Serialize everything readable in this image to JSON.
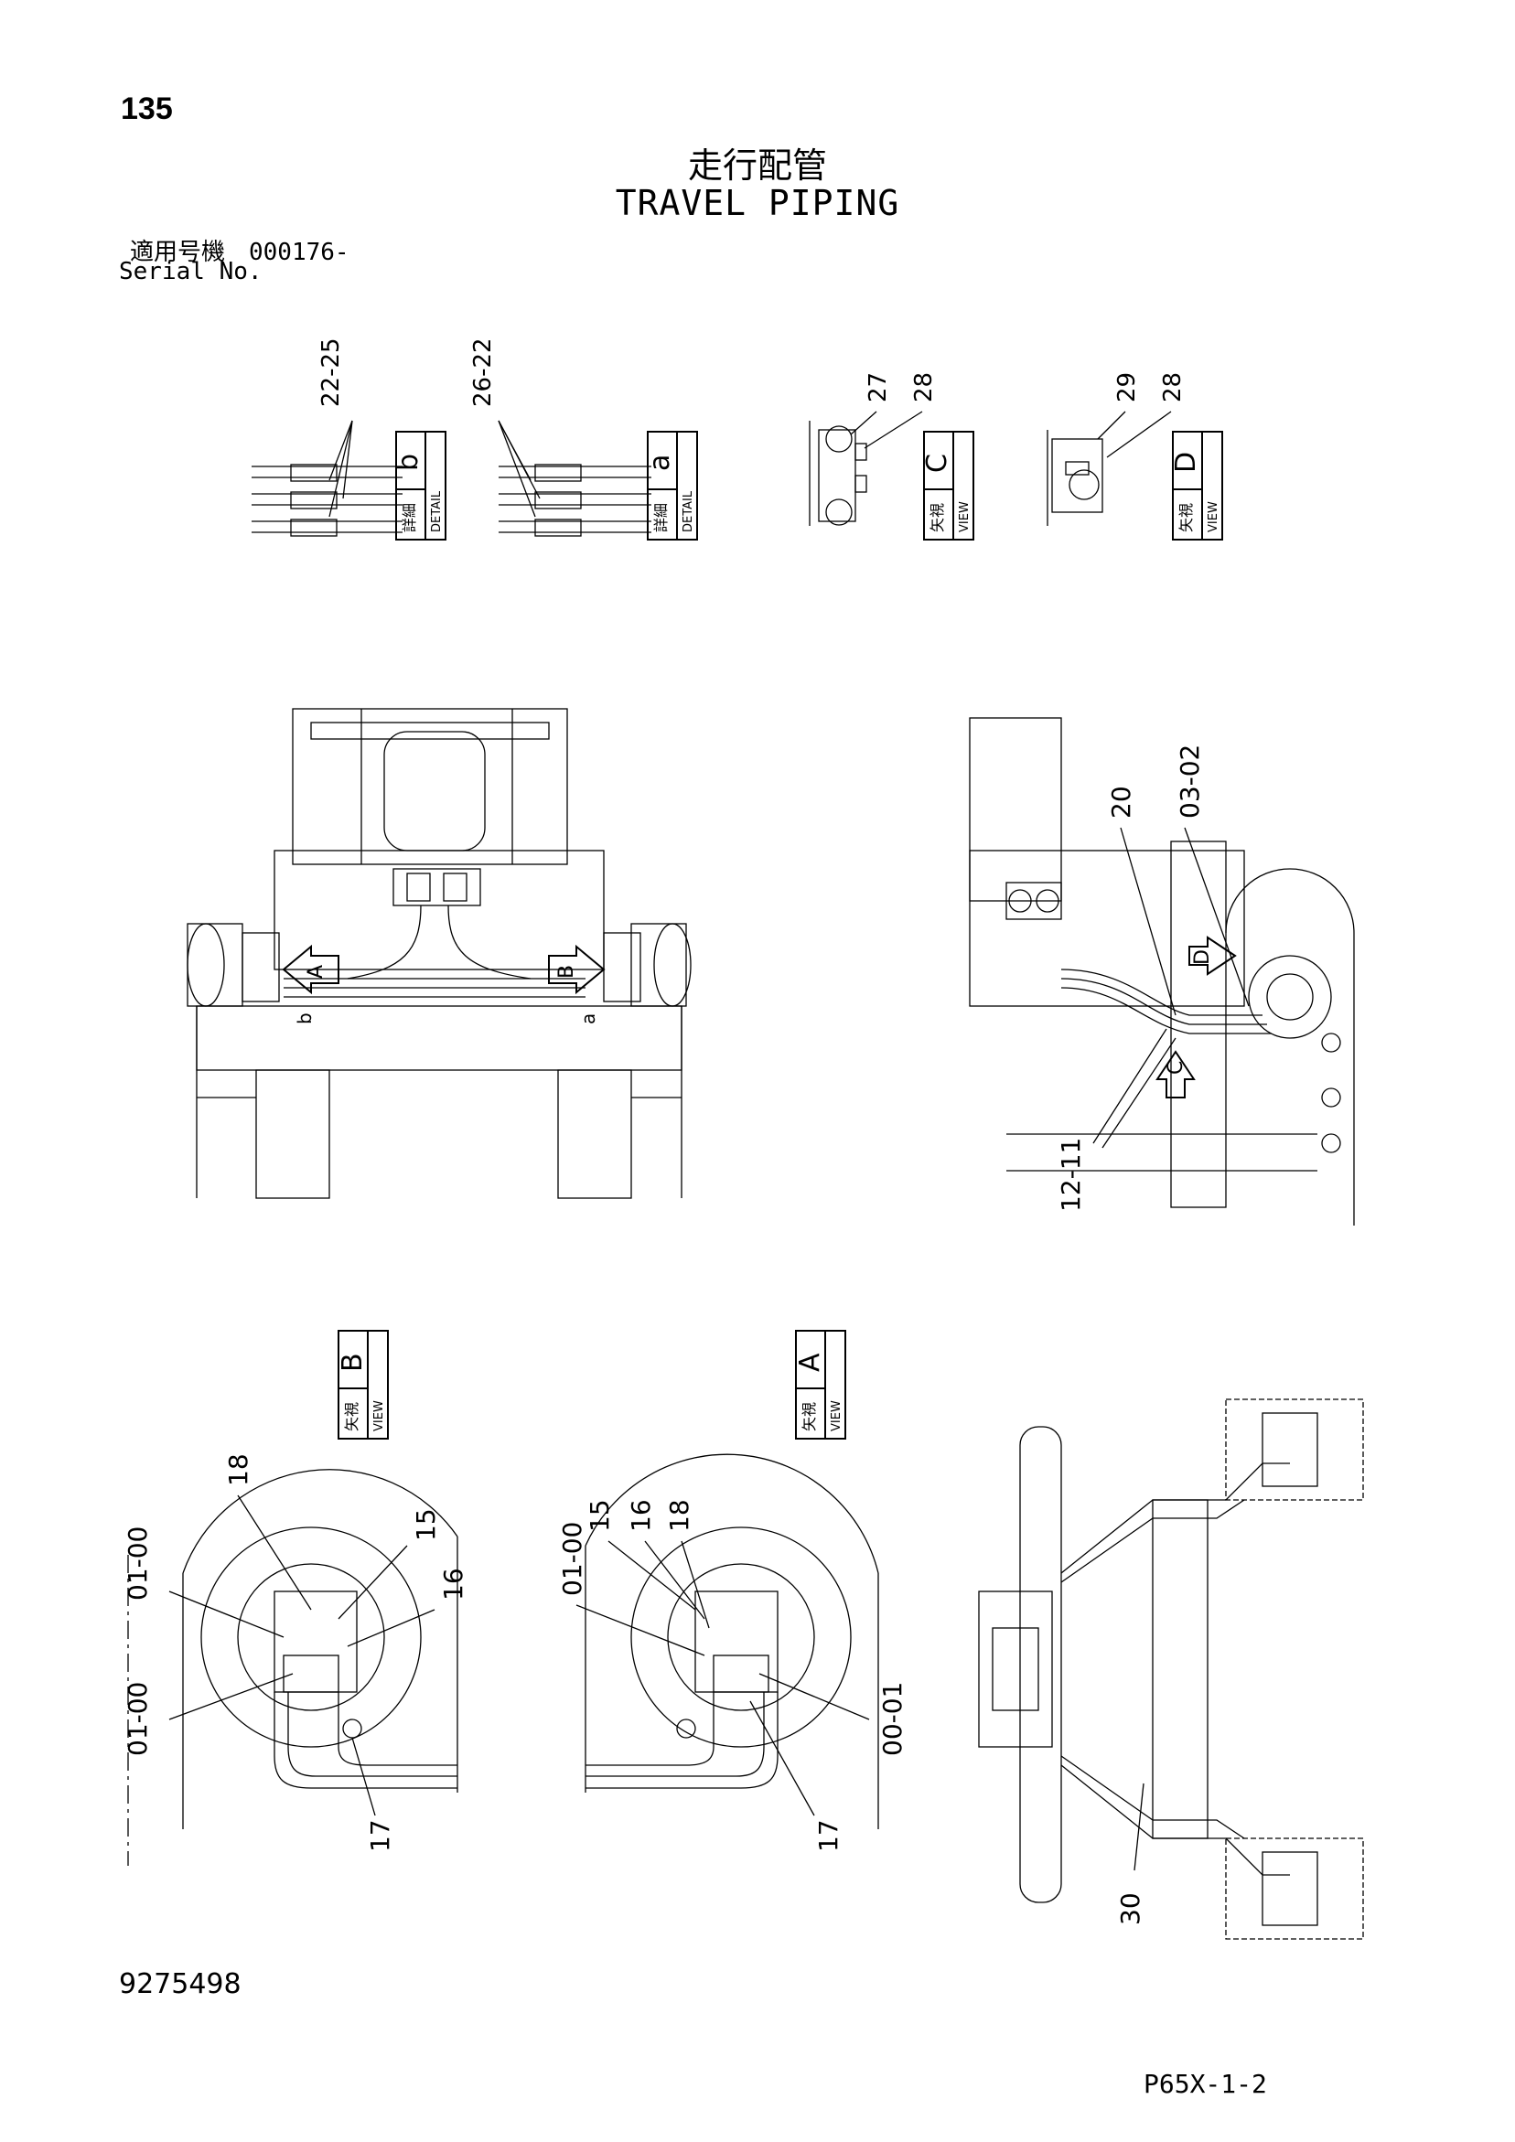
{
  "header": {
    "page_number": "135",
    "title_jp": "走行配管",
    "title_en": "TRAVEL PIPING",
    "serial_jp": "適用号機　000176-",
    "serial_en": "Serial No."
  },
  "footer": {
    "drawing_number": "9275498",
    "page_code": "P65X-1-2"
  },
  "callouts": {
    "detail_b": {
      "range": "22-25",
      "kind_jp": "詳細",
      "kind_en": "DETAIL",
      "letter": "b"
    },
    "detail_a": {
      "range": "26-22",
      "kind_jp": "詳細",
      "kind_en": "DETAIL",
      "letter": "a"
    },
    "view_c": {
      "p1": "27",
      "p2": "28",
      "kind_jp": "矢視",
      "kind_en": "VIEW",
      "letter": "C"
    },
    "view_d": {
      "p1": "29",
      "p2": "28",
      "kind_jp": "矢視",
      "kind_en": "VIEW",
      "letter": "D"
    },
    "view_b": {
      "kind_jp": "矢視",
      "kind_en": "VIEW",
      "letter": "B"
    },
    "view_a": {
      "kind_jp": "矢視",
      "kind_en": "VIEW",
      "letter": "A"
    }
  },
  "part_labels": {
    "side": [
      "20",
      "03-02",
      "12-11"
    ],
    "view_b": [
      "18",
      "15",
      "16",
      "01-00",
      "01-00",
      "17"
    ],
    "view_a": [
      "15",
      "16",
      "18",
      "01-00",
      "00-01",
      "17"
    ],
    "plan": [
      "30"
    ]
  },
  "view_markers": {
    "a": "A",
    "b": "B",
    "c": "C",
    "d": "D",
    "a_small": "a",
    "b_small": "b"
  }
}
